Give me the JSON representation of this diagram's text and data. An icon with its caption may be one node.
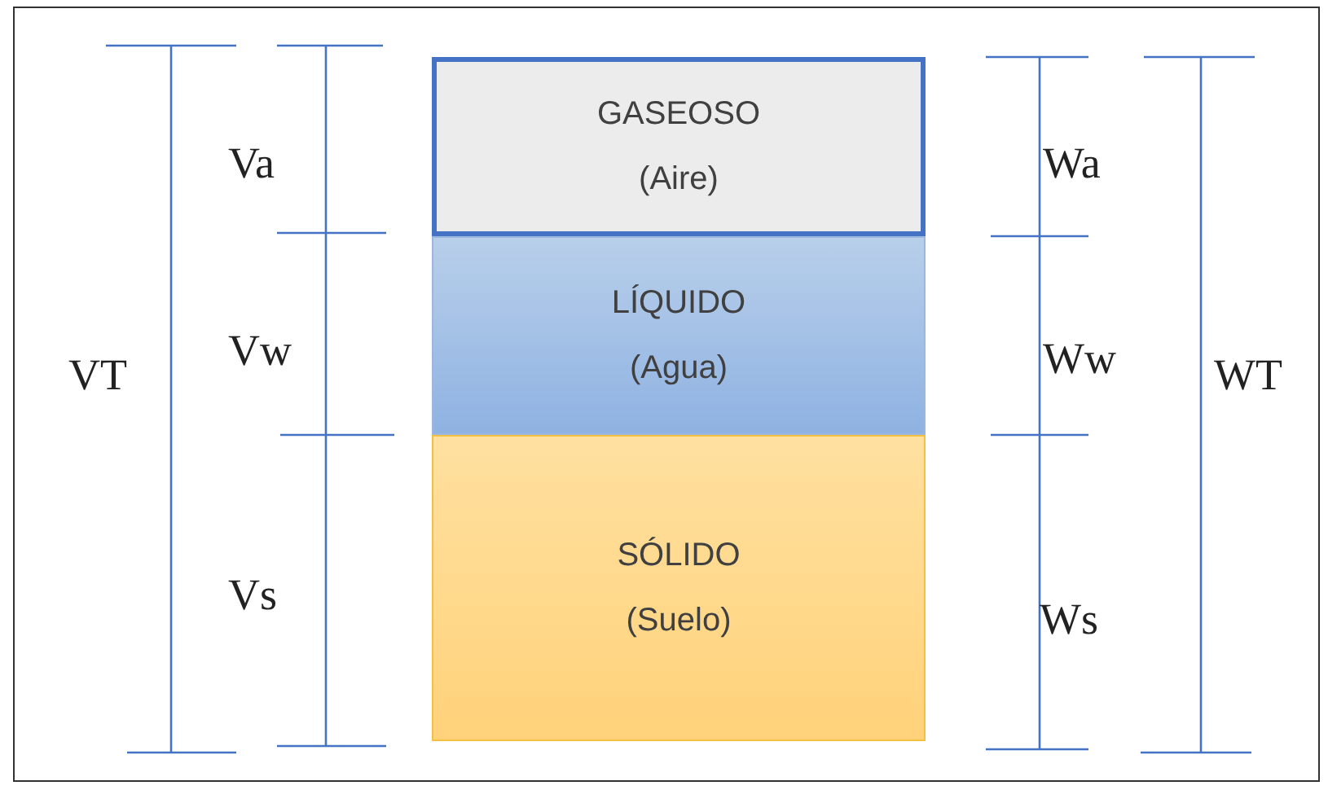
{
  "diagram": {
    "nodes": [
      {
        "text": [
          "GASEOSO",
          "(Aire)"
        ]
      },
      {
        "text": [
          "LÍQUIDO",
          "(Agua)"
        ]
      },
      {
        "text": [
          "SÓLIDO",
          "(Suelo)"
        ]
      }
    ],
    "labels": [
      "Va",
      "Wa",
      "VT",
      "Vw",
      "Ww",
      "WT",
      "Vs",
      "Ws"
    ]
  }
}
